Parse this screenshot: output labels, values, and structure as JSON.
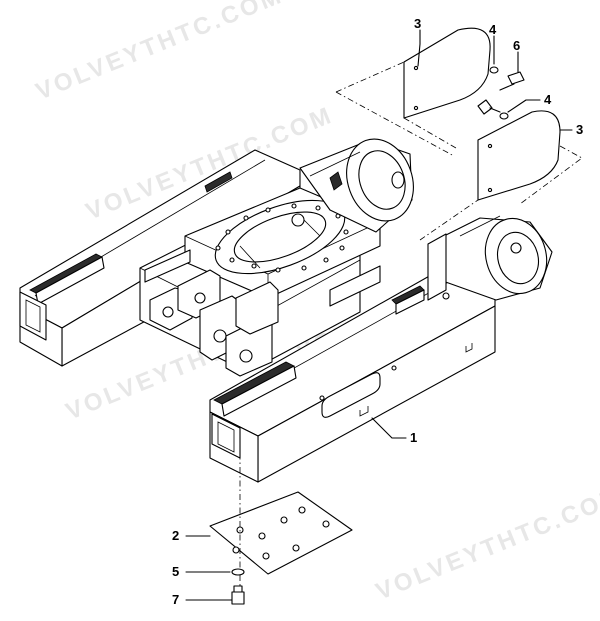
{
  "watermark": {
    "text": "VOLVEYTHTC.COM"
  },
  "callouts": {
    "c1": "1",
    "c2": "2",
    "c3a": "3",
    "c3b": "3",
    "c4a": "4",
    "c4b": "4",
    "c5": "5",
    "c6": "6",
    "c7": "7"
  }
}
